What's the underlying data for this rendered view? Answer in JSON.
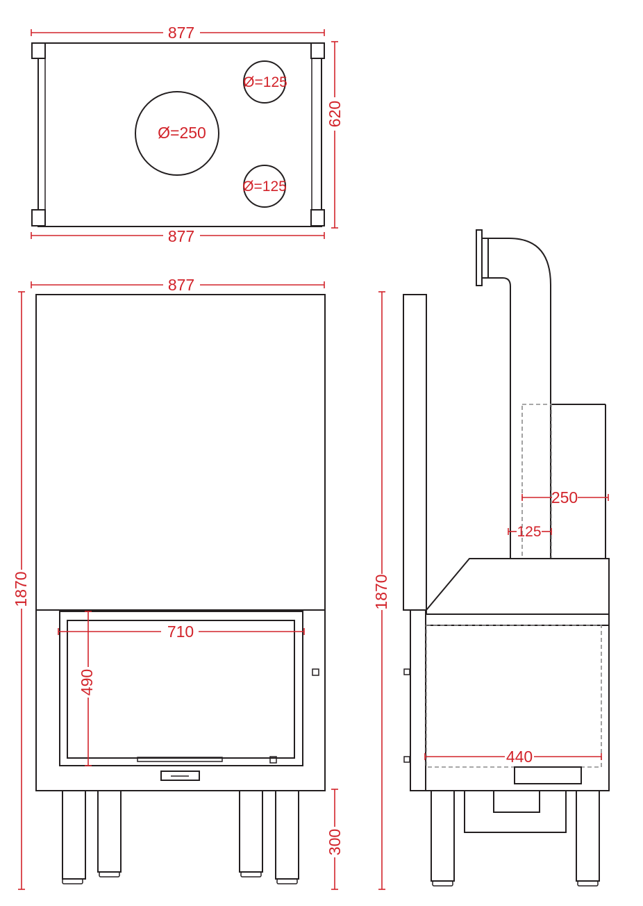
{
  "labels": {
    "top_width_top": "877",
    "top_width_bottom": "877",
    "top_depth": "620",
    "hole_large": "Ø=250",
    "hole_small_upper": "Ø=125",
    "hole_small_lower": "Ø=125",
    "front_width": "877",
    "front_height": "1870",
    "door_width": "710",
    "door_height": "490",
    "leg_height": "300",
    "side_height": "1870",
    "side_pipe_large": "250",
    "side_pipe_small": "125",
    "side_depth": "440"
  },
  "colors": {
    "dimension": "#d2232a",
    "outline": "#231f20"
  }
}
